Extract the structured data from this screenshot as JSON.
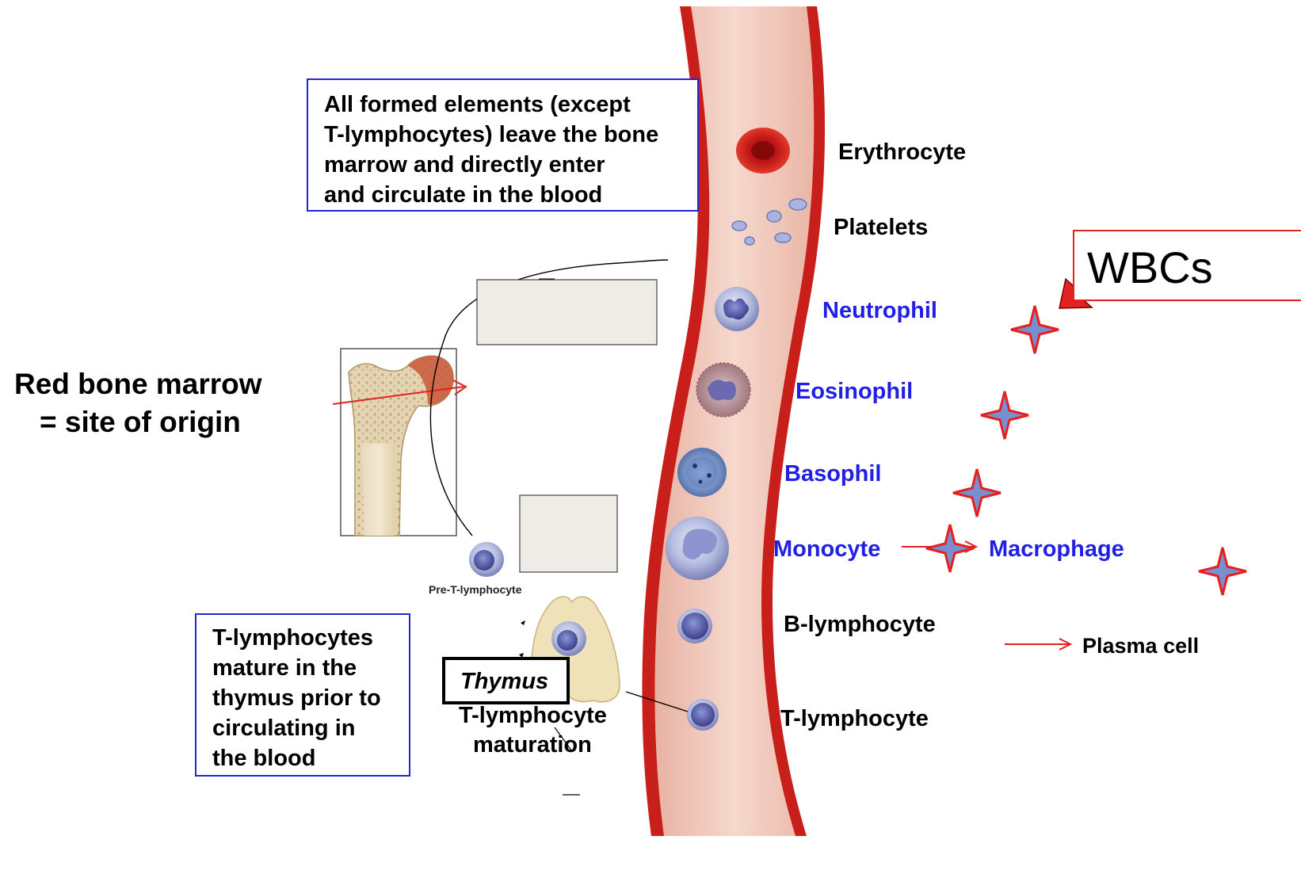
{
  "note_top": {
    "lines": [
      "All formed elements (except",
      "T-lymphocytes) leave the bone",
      "marrow and directly enter",
      "and circulate in the blood"
    ]
  },
  "note_bottom": {
    "lines": [
      "T-lymphocytes",
      "mature in the",
      "thymus prior to",
      "circulating in",
      "the blood"
    ]
  },
  "red_marrow": {
    "line1": "Red bone marrow",
    "line2": "= site of origin"
  },
  "cells": {
    "erythrocyte": "Erythrocyte",
    "platelets": "Platelets",
    "neutrophil": "Neutrophil",
    "eosinophil": "Eosinophil",
    "basophil": "Basophil",
    "monocyte": "Monocyte",
    "macrophage": "Macrophage",
    "b_lymphocyte": "B-lymphocyte",
    "plasma_cell": "Plasma cell",
    "t_lymphocyte": "T-lymphocyte",
    "pre_t_lymphocyte": "Pre-T-lymphocyte"
  },
  "thymus": {
    "label": "Thymus",
    "maturation_line1": "T-lymphocyte",
    "maturation_line2": "maturation"
  },
  "wbcs_label": "WBCs",
  "colors": {
    "wbc_label": "#1f1fe6",
    "note_border": "#2323d8",
    "accent_red": "#e52020",
    "vessel_wall": "#c81f1a",
    "vessel_inner": "#eec0b2"
  }
}
